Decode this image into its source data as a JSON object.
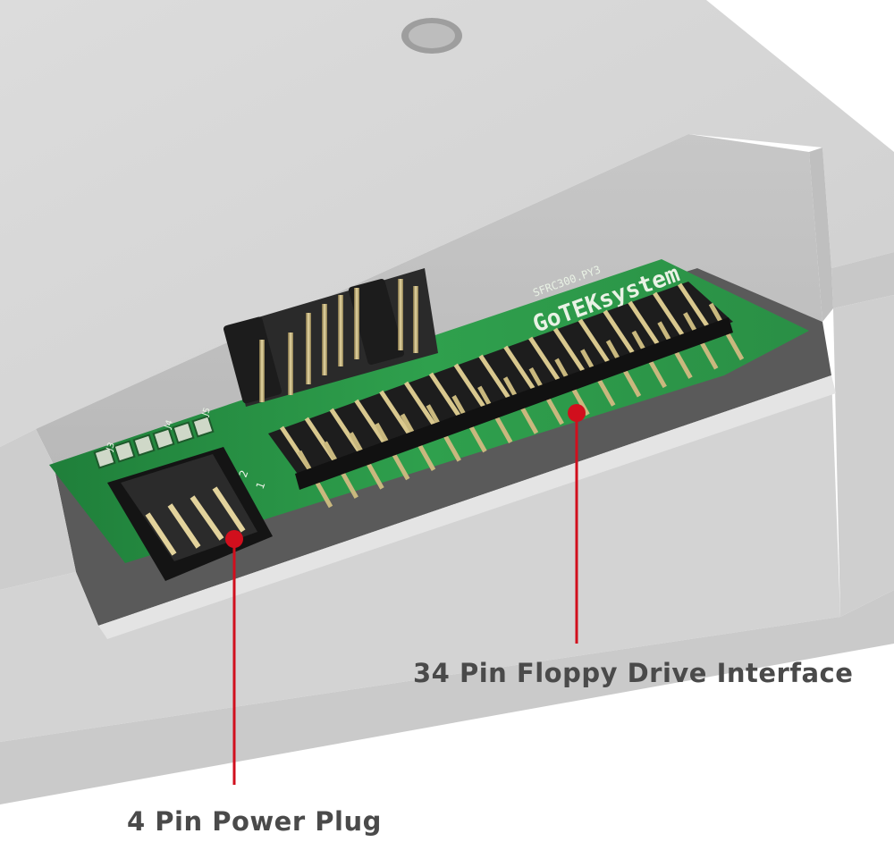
{
  "annotations": {
    "floppy_interface_label": "34 Pin Floppy Drive Interface",
    "power_plug_label": "4 Pin Power Plug"
  },
  "pcb": {
    "brand_silkscreen": "GoTEKsystem",
    "model_silkscreen": "SFRC300.PY3",
    "jumper_silkscreen": [
      "J3",
      "J4",
      "J5"
    ],
    "power_pin_silkscreen": [
      "2",
      "1"
    ]
  },
  "colors": {
    "case_gray": "#d9d9d9",
    "pcb_green": "#2f9a4a",
    "pointer_red": "#d10f1d",
    "label_text": "#4a4a4a"
  }
}
